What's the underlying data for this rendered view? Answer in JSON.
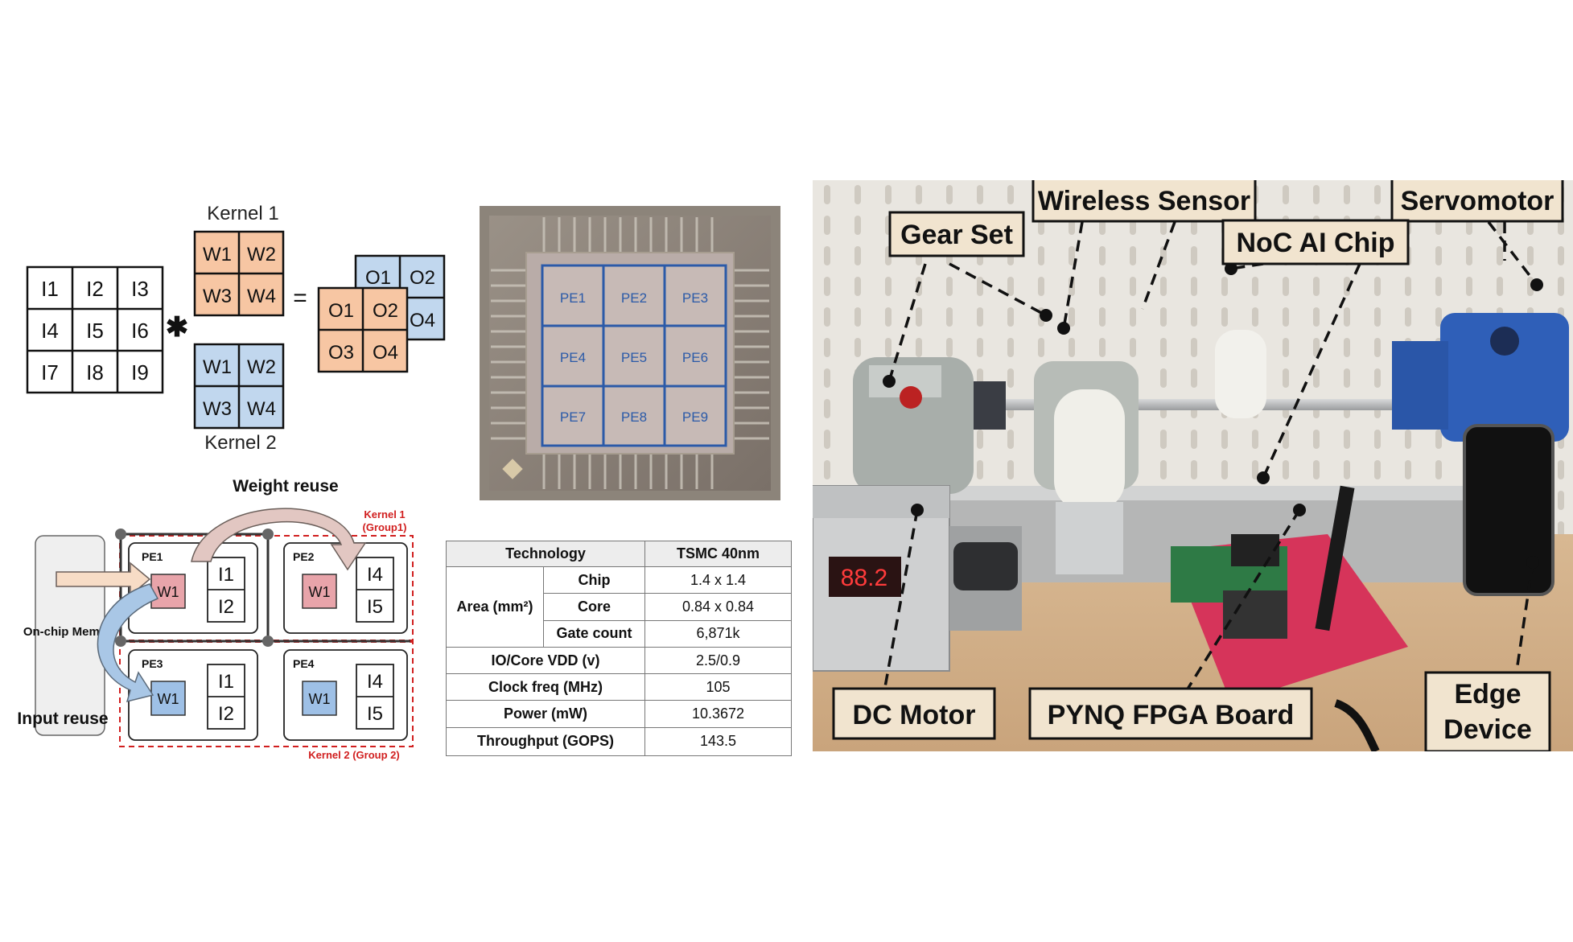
{
  "conv": {
    "kernel1_label": "Kernel 1",
    "kernel2_label": "Kernel 2",
    "inputs": [
      [
        "I1",
        "I2",
        "I3"
      ],
      [
        "I4",
        "I5",
        "I6"
      ],
      [
        "I7",
        "I8",
        "I9"
      ]
    ],
    "weights": [
      [
        "W1",
        "W2"
      ],
      [
        "W3",
        "W4"
      ]
    ],
    "outputs": [
      [
        "O1",
        "O2"
      ],
      [
        "O3",
        "O4"
      ]
    ],
    "op_conv": "✱",
    "op_eq": "="
  },
  "die": {
    "pe_labels": [
      "PE1",
      "PE2",
      "PE3",
      "PE4",
      "PE5",
      "PE6",
      "PE7",
      "PE8",
      "PE9"
    ]
  },
  "dataflow": {
    "weight_reuse": "Weight reuse",
    "input_reuse": "Input reuse",
    "memory_label": "On-chip Memory",
    "kernel1_group": "Kernel 1",
    "kernel1_group_sub": "(Group1)",
    "kernel2_group": "Kernel 2 (Group 2)",
    "pes": [
      {
        "name": "PE1",
        "w": "W1",
        "i": [
          "I1",
          "I2"
        ]
      },
      {
        "name": "PE2",
        "w": "W1",
        "i": [
          "I4",
          "I5"
        ]
      },
      {
        "name": "PE3",
        "w": "W1",
        "i": [
          "I1",
          "I2"
        ]
      },
      {
        "name": "PE4",
        "w": "W1",
        "i": [
          "I4",
          "I5"
        ]
      }
    ]
  },
  "specs": {
    "header": [
      "Technology",
      "TSMC 40nm"
    ],
    "area_label": "Area (mm²)",
    "area_rows": [
      [
        "Chip",
        "1.4 x 1.4"
      ],
      [
        "Core",
        "0.84 x 0.84"
      ],
      [
        "Gate count",
        "6,871k"
      ]
    ],
    "rows": [
      [
        "IO/Core VDD (v)",
        "2.5/0.9"
      ],
      [
        "Clock freq (MHz)",
        "105"
      ],
      [
        "Power (mW)",
        "10.3672"
      ],
      [
        "Throughput (GOPS)",
        "143.5"
      ]
    ]
  },
  "testbed": {
    "display_reading": "88.2",
    "labels": {
      "gear_set": "Gear Set",
      "wireless_sensor": "Wireless Sensor",
      "servomotor": "Servomotor",
      "noc_ai_chip": "NoC AI Chip",
      "dc_motor": "DC Motor",
      "pynq_board": "PYNQ FPGA Board",
      "edge_device_1": "Edge",
      "edge_device_2": "Device"
    }
  },
  "colors": {
    "orange": "#f7c6a3",
    "blue": "#c1d7ee",
    "pink": "#e8a4aa",
    "pe_blue": "#9ec0e6",
    "red_dash": "#d11f1f",
    "die_grid": "#2b5aa8",
    "label_bg": "#f1e4cf",
    "pcb_red": "#d6345a"
  }
}
